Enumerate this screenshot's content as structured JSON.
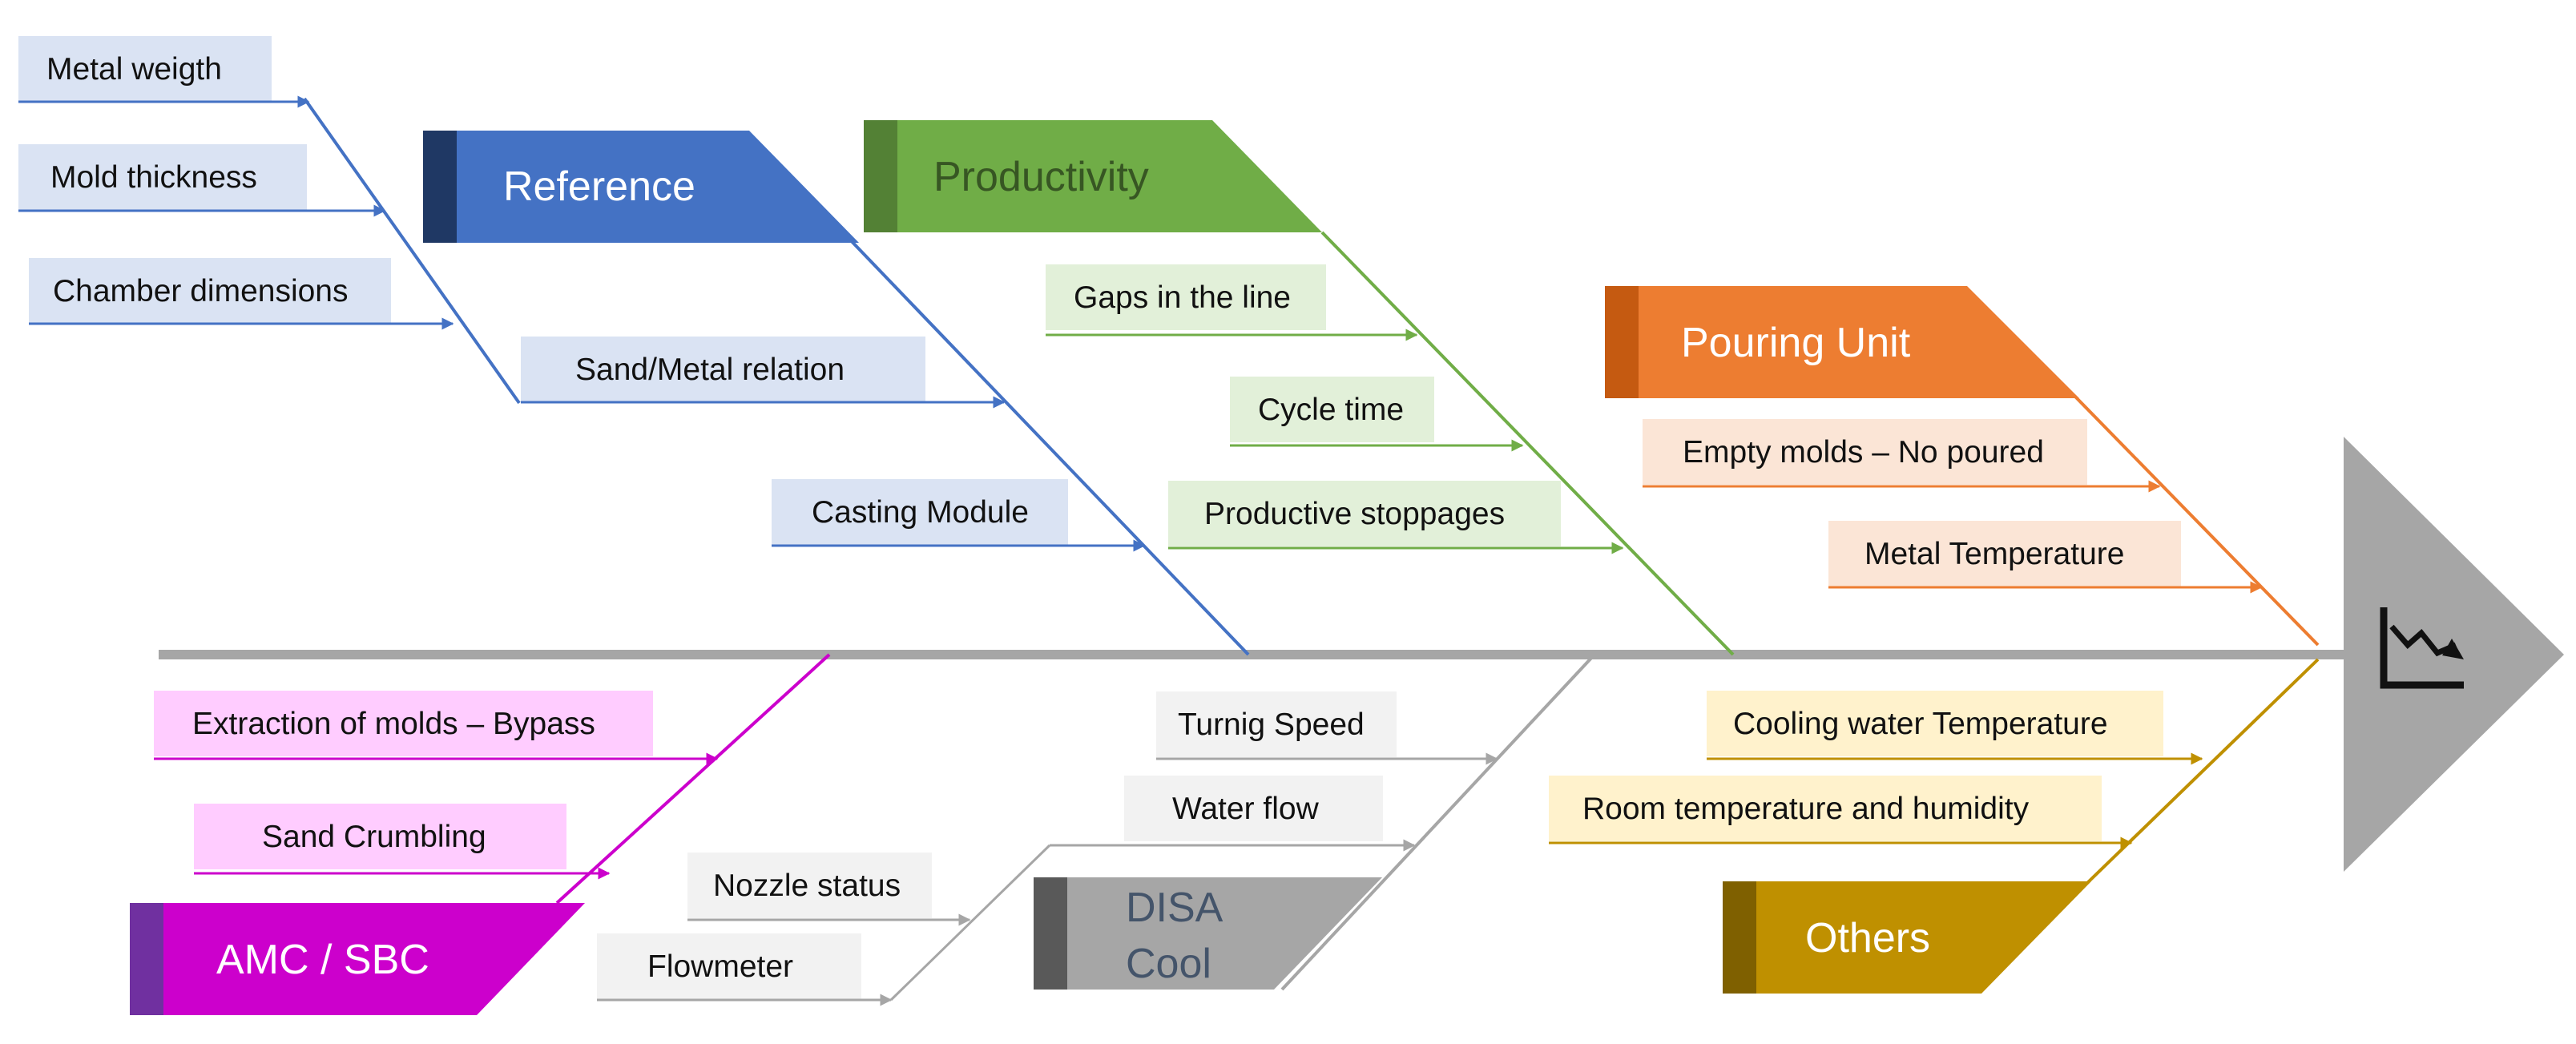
{
  "colors": {
    "spine": "#a6a6a6",
    "head": "#a6a6a6",
    "head_icon": "#111111",
    "reference": {
      "accent": "#1f3864",
      "band": "#4472c4",
      "line": "#4472c4",
      "box": "#dae3f3",
      "text": "#ffffff"
    },
    "productivity": {
      "accent": "#538135",
      "band": "#70ad47",
      "line": "#70ad47",
      "box": "#e2f0d9",
      "text": "#375623"
    },
    "pouring": {
      "accent": "#c55a11",
      "band": "#ed7d31",
      "line": "#ed7d31",
      "box": "#fbe5d6",
      "text": "#ffffff"
    },
    "amc": {
      "accent": "#7030a0",
      "band": "#cc00cc",
      "line": "#cc00cc",
      "box": "#ffccff",
      "text": "#ffffff"
    },
    "disa": {
      "accent": "#595959",
      "band": "#a6a6a6",
      "line": "#a6a6a6",
      "box": "#f2f2f2",
      "text": "#44546a"
    },
    "others": {
      "accent": "#7f6000",
      "band": "#bf9000",
      "line": "#bf9000",
      "box": "#fff2cc",
      "text": "#ffffff"
    }
  },
  "head": {
    "icon": "chart-trending-down-icon"
  },
  "categories": {
    "reference": {
      "label": "Reference",
      "causes": [
        "Metal weigth",
        "Mold thickness",
        "Chamber dimensions",
        "Sand/Metal relation",
        "Casting Module"
      ]
    },
    "productivity": {
      "label": "Productivity",
      "causes": [
        "Gaps in the line",
        "Cycle time",
        "Productive stoppages"
      ]
    },
    "pouring": {
      "label": "Pouring Unit",
      "causes": [
        "Empty molds – No poured",
        "Metal Temperature"
      ]
    },
    "amc": {
      "label": "AMC / SBC",
      "causes": [
        "Extraction of molds – Bypass",
        "Sand Crumbling"
      ]
    },
    "disa": {
      "label_lines": [
        "DISA",
        "Cool"
      ],
      "causes": [
        "Turnig Speed",
        "Water flow",
        "Nozzle status",
        "Flowmeter"
      ]
    },
    "others": {
      "label": "Others",
      "causes": [
        "Cooling water Temperature",
        "Room temperature and humidity"
      ]
    }
  }
}
